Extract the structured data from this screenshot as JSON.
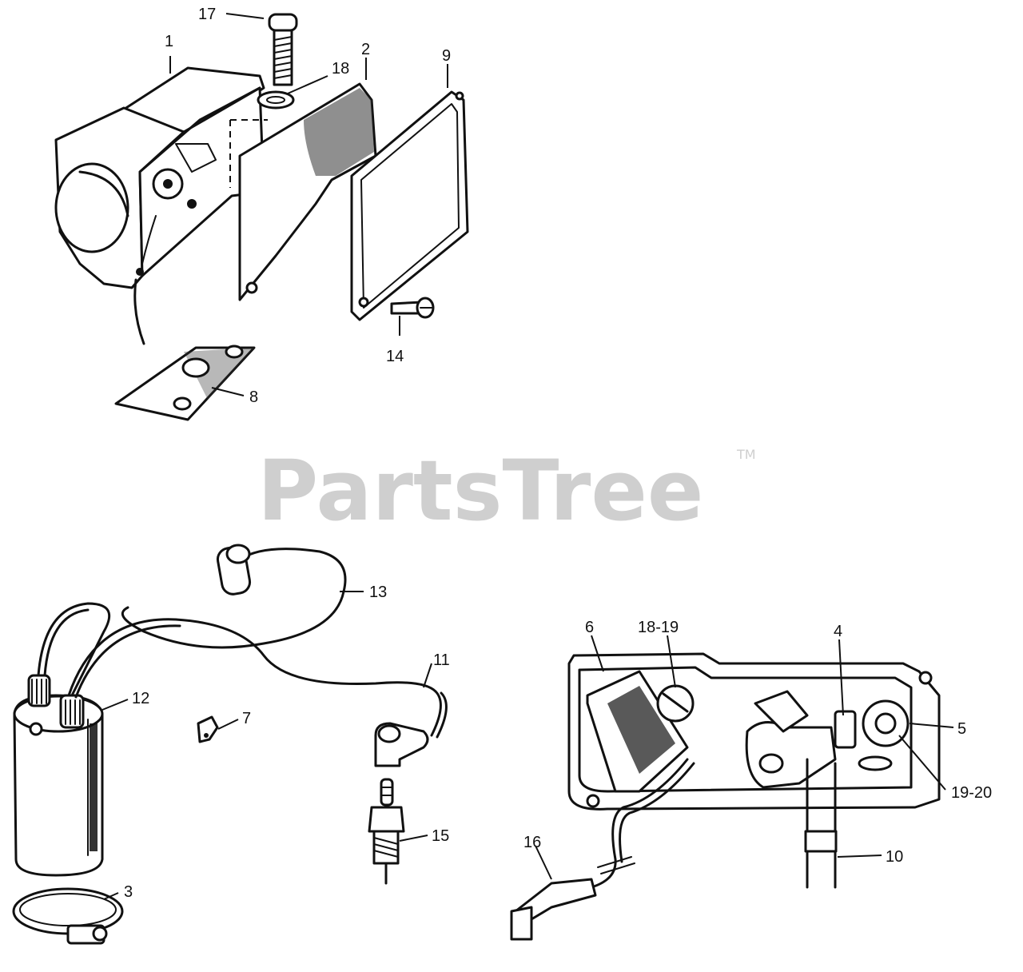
{
  "watermark": {
    "text": "PartsTree",
    "trademark": "TM"
  },
  "callouts": {
    "c1": "1",
    "c2": "2",
    "c3": "3",
    "c4": "4",
    "c5": "5",
    "c6": "6",
    "c7": "7",
    "c8": "8",
    "c9": "9",
    "c10": "10",
    "c11": "11",
    "c12": "12",
    "c13": "13",
    "c14": "14",
    "c15": "15",
    "c16": "16",
    "c17": "17",
    "c18": "18",
    "c18_19": "18-19",
    "c19_20": "19-20"
  }
}
